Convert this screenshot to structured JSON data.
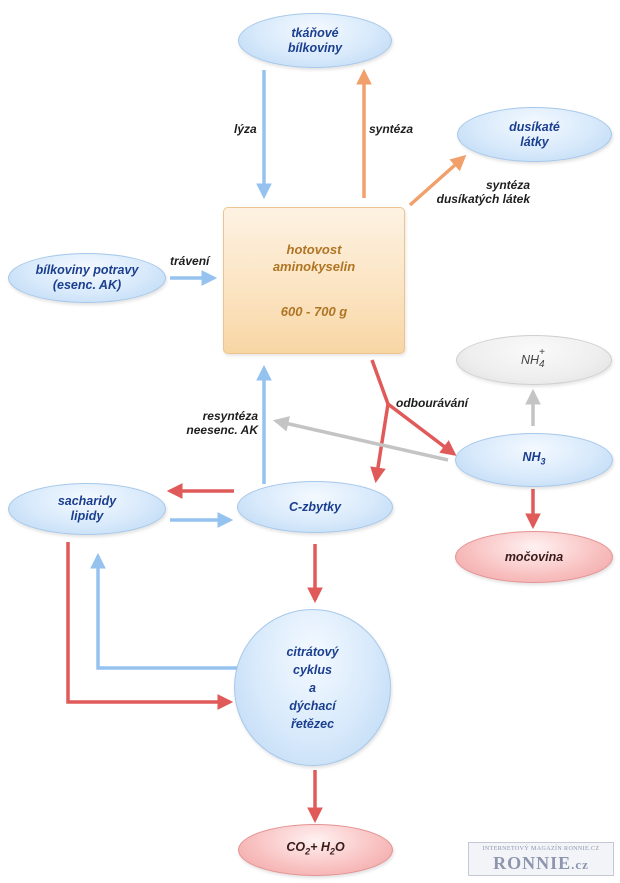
{
  "nodes": {
    "tissue_proteins": [
      "tkáňové",
      "bílkoviny"
    ],
    "nitrogen_substances": [
      "dusíkaté",
      "látky"
    ],
    "dietary_proteins": [
      "bílkoviny potravy",
      "(esenc. AK)"
    ],
    "amino_acid_pool": {
      "lines": [
        "hotovost",
        "aminokyselin"
      ],
      "amount": "600 - 700 g"
    },
    "nh4": {
      "base": "NH",
      "sub": "4",
      "sup": "+"
    },
    "nh3": {
      "base": "NH",
      "sub": "3"
    },
    "saccharides_lipids": [
      "sacharidy",
      "lipidy"
    ],
    "c_skeletons": "C-zbytky",
    "urea": "močovina",
    "citrate_cycle": [
      "citrátový",
      "cyklus",
      "a",
      "dýchací",
      "řetězec"
    ],
    "co2_h2o": {
      "co2_base": "CO",
      "co2_sub": "2",
      "plus": "+",
      "h2o_h": "H",
      "h2o_sub": "2",
      "h2o_o": "O"
    }
  },
  "labels": {
    "lysis": "lýza",
    "synthesis": "syntéza",
    "synthesis_nitrogen": [
      "syntéza",
      "dusíkatých látek"
    ],
    "digestion": "trávení",
    "degradation": "odbourávání",
    "resynthesis": [
      "resyntéza",
      "neesenc. AK"
    ]
  },
  "watermark": {
    "top": "INTERNETOVÝ MAGAZÍN RONNIE.CZ",
    "brand": "RONNIE",
    "tld": ".cz"
  },
  "colors": {
    "blue_arrow": "#95c2ee",
    "orange_arrow": "#f2a06b",
    "red_arrow": "#e05a5a",
    "grey_arrow": "#c4c4c4"
  }
}
